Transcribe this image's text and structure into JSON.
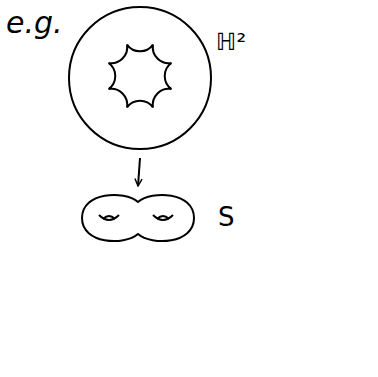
{
  "diagram": {
    "nodes": [
      {
        "text": [
          "ℍ²"
        ]
      },
      {
        "text": [
          "S"
        ]
      }
    ],
    "edges": [
      {
        "from": 0,
        "to": 1,
        "arrow": "to"
      }
    ],
    "labels": [
      "e.g."
    ]
  }
}
